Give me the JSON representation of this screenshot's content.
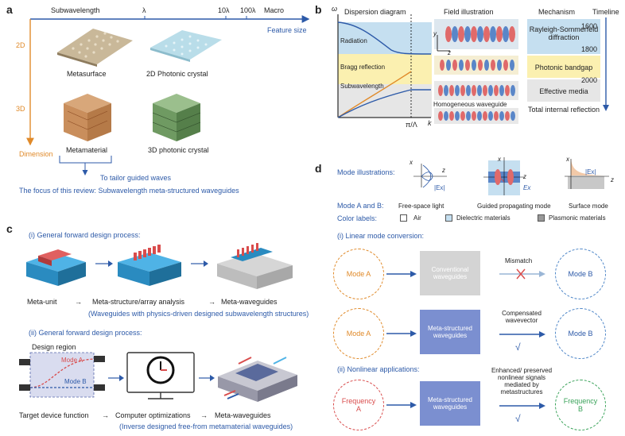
{
  "panel_a": {
    "letter": "a",
    "axis_top": [
      "Subwavelength",
      "λ",
      "10λ",
      "100λ",
      "Macro"
    ],
    "feature_size": "Feature size",
    "dim_2d": "2D",
    "dim_3d": "3D",
    "dimension": "Dimension",
    "items": [
      "Metasurface",
      "2D Photonic crystal",
      "Metamaterial",
      "3D photonic crystal"
    ],
    "tailor": "To tailor guided waves",
    "focus": "The focus of this review: Subwavelength meta-structured waveguides"
  },
  "panel_b": {
    "letter": "b",
    "omega": "ω",
    "dispersion": "Dispersion diagram",
    "field": "Field illustration",
    "mechanism": "Mechanism",
    "timeline": "Timeline",
    "regions": [
      "Radiation",
      "Bragg reflection",
      "Subwavelength"
    ],
    "xtick": "π/Λ",
    "xlabel": "k",
    "homog": "Homogeneous waveguide",
    "mechanisms": [
      "Rayleigh-Sommerfeld diffraction",
      "Photonic bandgap",
      "Effective media"
    ],
    "tir": "Total internal reflection",
    "years": [
      "1600",
      "1800",
      "2000"
    ],
    "field_axes": [
      "y",
      "z"
    ]
  },
  "panel_c": {
    "letter": "c",
    "sub1": "(i) General forward design process:",
    "steps1": [
      "Meta-unit",
      "→",
      "Meta-structure/array analysis",
      "→",
      "Meta-waveguides"
    ],
    "note1": "(Waveguides with physics-driven designed subwavelength structures)",
    "sub2": "(ii) General forward design process:",
    "design_region": "Design region",
    "mode_a": "Mode A",
    "mode_b": "Mode B",
    "steps2": [
      "Target device function",
      "→",
      "Computer optimizations",
      "→",
      "Meta-waveguides"
    ],
    "note2": "(Inverse designed free-from metamaterial waveguides)"
  },
  "panel_d": {
    "letter": "d",
    "mode_ill": "Mode illustrations:",
    "mode_ab": "Mode A and B:",
    "color_labels": "Color labels:",
    "mode_names": [
      "Free-space light",
      "Guided propagating mode",
      "Surface mode"
    ],
    "axis_x": "x",
    "axis_z": "z",
    "ex": "|Ex|",
    "ex2": "Ex",
    "legend": [
      "Air",
      "Dielectric materials",
      "Plasmonic materials"
    ],
    "linear": "(i) Linear mode conversion:",
    "nonlinear": "(ii) Nonlinear applications:",
    "mode_a": "Mode A",
    "mode_b": "Mode B",
    "conv": "Conventional waveguides",
    "meta": "Meta-structured waveguides",
    "mismatch": "Mismatch",
    "compensated": "Compensated wavevector",
    "enhanced": "Enhanced/ preserved nonlinear signals mediated by metastructures",
    "check": "√",
    "freq_a": "Frequency A",
    "freq_b": "Frequency B"
  }
}
